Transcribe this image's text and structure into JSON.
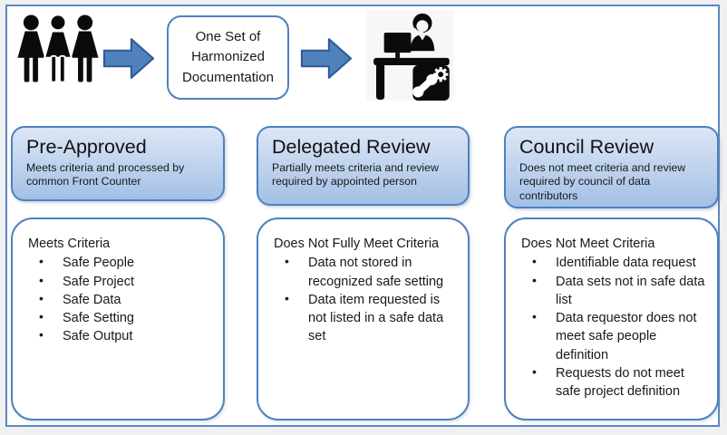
{
  "diagram": {
    "flow": {
      "harmonized_box": "One Set of\nHarmonized\nDocumentation"
    },
    "icons": {
      "people": "three-data-requestors-icon",
      "front_counter": "front-counter-help-desk-icon",
      "arrow": "right-block-arrow-icon"
    },
    "columns": [
      {
        "title": "Pre-Approved",
        "subtitle": "Meets criteria and processed by common Front Counter",
        "criteria_title": "Meets Criteria",
        "bullets": [
          "Safe People",
          "Safe Project",
          "Safe Data",
          "Safe Setting",
          "Safe Output"
        ]
      },
      {
        "title": "Delegated Review",
        "subtitle": "Partially meets criteria and review required by appointed person",
        "criteria_title": "Does Not Fully Meet Criteria",
        "bullets": [
          "Data not stored in recognized safe setting",
          "Data item requested is not listed in a safe data set"
        ]
      },
      {
        "title": "Council Review",
        "subtitle": "Does not meet criteria and review required by council of data contributors",
        "criteria_title": "Does Not Meet Criteria",
        "bullets": [
          "Identifiable data request",
          "Data sets not in safe data list",
          "Data requestor does not meet safe people definition",
          "Requests do not meet safe project definition"
        ]
      }
    ],
    "colors": {
      "accent_border": "#4f81bd",
      "arrow_fill": "#4f81bd",
      "arrow_stroke": "#2f5c95",
      "header_gradient_top": "#dce7f6",
      "header_gradient_bottom": "#a3c0e6",
      "icon_black": "#0b0b0b",
      "page_background": "#eef0f2",
      "frame_border": "#5d87c1"
    }
  }
}
